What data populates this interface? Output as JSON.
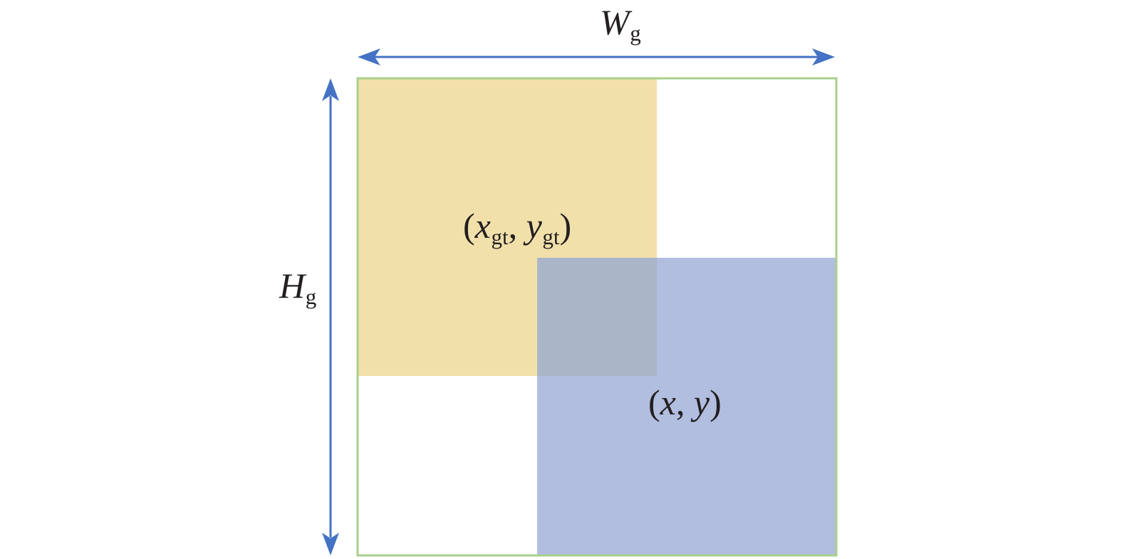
{
  "labels": {
    "width": {
      "var": "W",
      "sub": "g"
    },
    "height": {
      "var": "H",
      "sub": "g"
    },
    "gt_center": {
      "open": "(",
      "x": "x",
      "x_sub": "gt",
      "sep": ", ",
      "y": "y",
      "y_sub": "gt",
      "close": ")"
    },
    "pred_center": {
      "open": "(",
      "x": "x",
      "sep": ", ",
      "y": "y",
      "close": ")"
    }
  },
  "colors": {
    "outer_border": "#a8d08d",
    "gt_box": "#f2e0ab",
    "pred_box": "#b1bee0",
    "overlap": "#aab6c8",
    "arrow": "#4472c4",
    "text": "#231f20"
  }
}
